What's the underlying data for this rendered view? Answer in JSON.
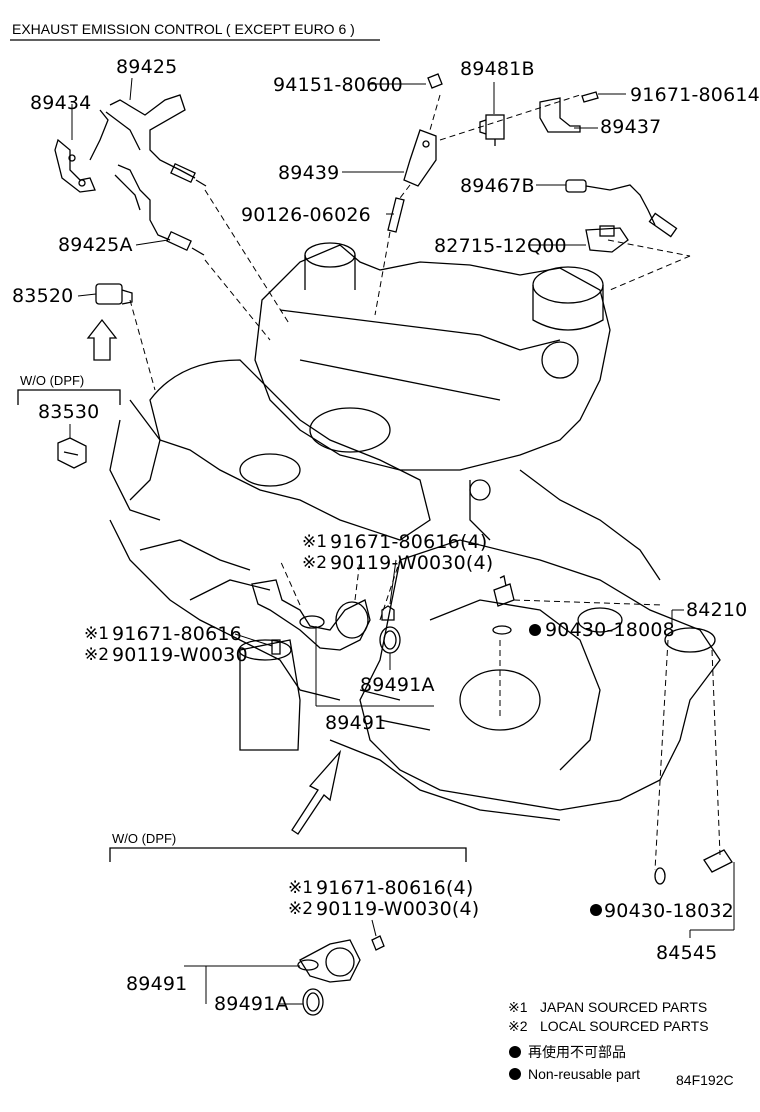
{
  "header": {
    "title": "EXHAUST EMISSION CONTROL ( EXCEPT EURO 6 )"
  },
  "parts": {
    "p89425": "89425",
    "p89434": "89434",
    "p89425A": "89425A",
    "p83520": "83520",
    "p83530": "83530",
    "p94151": "94151-80600",
    "p89439": "89439",
    "p90126": "90126-06026",
    "p89481B": "89481B",
    "p91671_80614": "91671-80614",
    "p89437": "89437",
    "p89467B": "89467B",
    "p82715": "82715-12Q00",
    "p84210": "84210",
    "p90430_18008": "90430-18008",
    "p89491A_upper": "89491A",
    "p89491_upper": "89491",
    "p84545": "84545",
    "p90430_18032": "90430-18032",
    "p89491_lower": "89491",
    "p89491A_lower": "89491A"
  },
  "bolts": {
    "upper_right_1": "91671-80616(4)",
    "upper_right_2": "90119-W0030(4)",
    "upper_left_1": "91671-80616",
    "upper_left_2": "90119-W0030",
    "lower_1": "91671-80616(4)",
    "lower_2": "90119-W0030(4)"
  },
  "marks": {
    "m1": "※1",
    "m2": "※2",
    "dot": "●"
  },
  "variants": {
    "wo_dpf_left": "W/O (DPF)",
    "wo_dpf_bottom": "W/O (DPF)"
  },
  "legend": {
    "l1_mark": "※1",
    "l1_text": "JAPAN SOURCED PARTS",
    "l2_mark": "※2",
    "l2_text": "LOCAL SOURCED PARTS",
    "l3_text": "再使用不可部品",
    "l4_text": "Non-reusable part"
  },
  "footer": {
    "code": "84F192C"
  }
}
